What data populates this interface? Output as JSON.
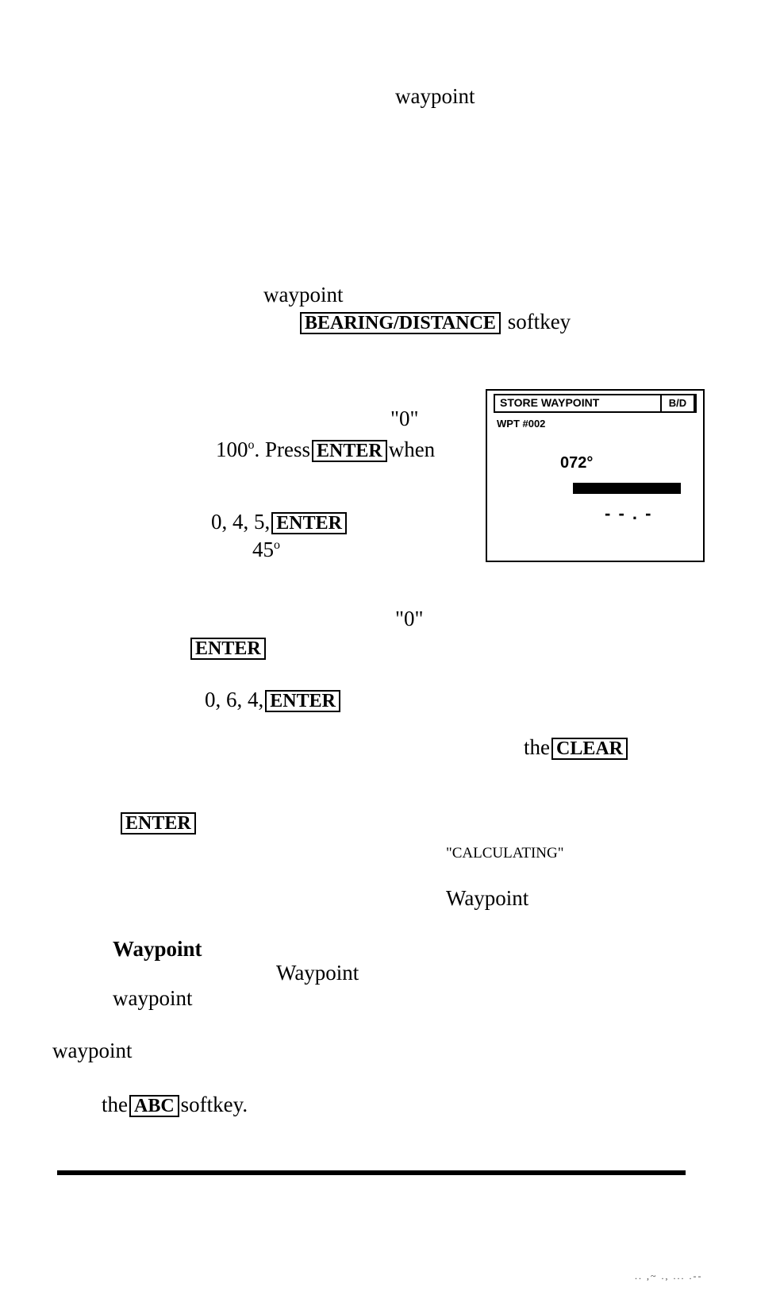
{
  "lines": {
    "l1": "waypoint",
    "l2": "waypoint",
    "l3_key": "BEARING/DISTANCE",
    "l3_after": "softkey",
    "l4": "\"0\"",
    "l5_a": "100",
    "l5_sup": "o",
    "l5_b": ". Press",
    "l5_key": "ENTER",
    "l5_c": "when",
    "l6_a": "0, 4, 5,",
    "l6_key": "ENTER",
    "l7_a": "45",
    "l7_sup": "o",
    "l8": "\"0\"",
    "l9_key": "ENTER",
    "l10_a": "0, 6, 4,",
    "l10_key": "ENTER",
    "l11_a": "the",
    "l11_key": "CLEAR",
    "l12_key": "ENTER",
    "l13": "\"CALCULATING\"",
    "l14": "Waypoint",
    "l15": "Waypoint",
    "l16": "Waypoint",
    "l17": "waypoint",
    "l18": "waypoint",
    "l19_a": "the",
    "l19_key": "ABC",
    "l19_b": "softkey."
  },
  "screen": {
    "header_left": "STORE WAYPOINT",
    "header_right": "B/D",
    "wpt": "WPT #002",
    "bearing": "072°",
    "distance": "- - . -"
  },
  "footer_noise": ".. ,~ ., ... .--"
}
